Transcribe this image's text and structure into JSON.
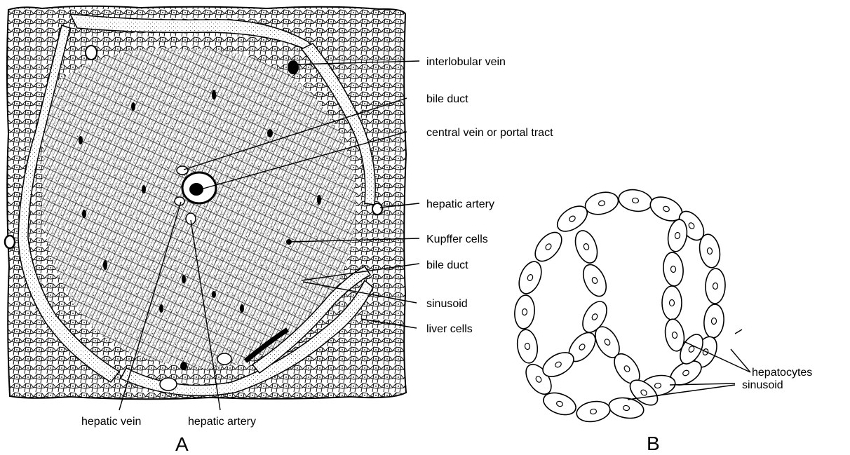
{
  "panel_a": {
    "letter": "A",
    "labels": {
      "interlobular_vein": "interlobular vein",
      "bile_duct_top": "bile duct",
      "central_vein": "central vein or portal tract",
      "hepatic_artery_right": "hepatic artery",
      "kupffer_cells": "Kupffer cells",
      "bile_duct_mid": "bile duct",
      "sinusoid": "sinusoid",
      "liver_cells": "liver cells",
      "hepatic_vein": "hepatic vein",
      "hepatic_artery_bottom": "hepatic artery"
    }
  },
  "panel_b": {
    "letter": "B",
    "labels": {
      "hepatocytes": "hepatocytes",
      "sinusoid": "sinusoid"
    }
  },
  "colors": {
    "ink": "#000000",
    "paper": "#ffffff",
    "stipple": "#555555"
  }
}
